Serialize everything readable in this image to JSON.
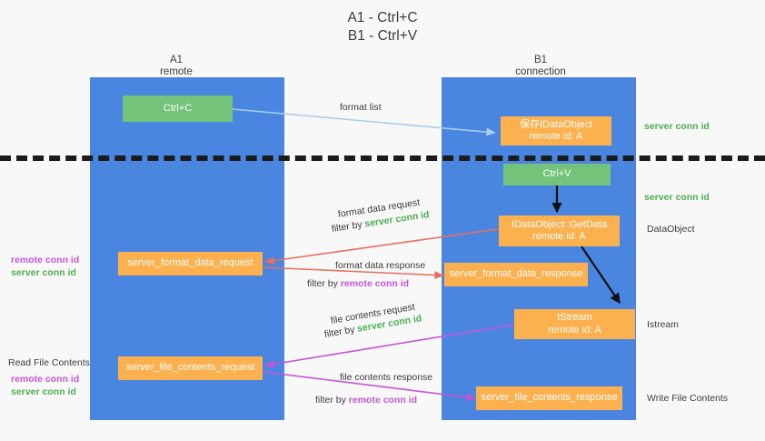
{
  "title": {
    "line1": "A1 - Ctrl+C",
    "line2": "B1 - Ctrl+V"
  },
  "lanes": [
    {
      "name": "a1",
      "label_top": "A1",
      "label_bottom": "remote"
    },
    {
      "name": "b1",
      "label_top": "B1",
      "label_bottom": "connection"
    }
  ],
  "nodes": {
    "ctrl_c": {
      "label": "Ctrl+C"
    },
    "save_idataobject": {
      "line1": "保存IDataObject",
      "line2": "remote id: A"
    },
    "ctrl_v": {
      "label": "Ctrl+V"
    },
    "getdata": {
      "line1": "IDataObject::GetData",
      "line2": "remote id: A"
    },
    "istream": {
      "line1": "IStream",
      "line2": "remote id: A"
    },
    "server_format_data_request": {
      "label": "server_format_data_request"
    },
    "server_format_data_response": {
      "label": "server_format_data_response"
    },
    "server_file_contents_request": {
      "label": "server_file_contents_request"
    },
    "server_file_contents_response": {
      "label": "server_file_contents_response"
    }
  },
  "edge_labels": {
    "format_list": "format list",
    "format_data_request": "format data request",
    "format_data_request_filter_prefix": "filter by ",
    "format_data_request_filter_token": "server conn id",
    "format_data_response": "format data response",
    "format_data_response_filter_prefix": "filter by ",
    "format_data_response_filter_token": "remote conn id",
    "file_contents_request": "file contents request",
    "file_contents_request_filter_prefix": "filter by ",
    "file_contents_request_filter_token": "server conn id",
    "file_contents_response": "file contents response",
    "file_contents_response_filter_prefix": "filter by ",
    "file_contents_response_filter_token": "remote conn id"
  },
  "right_labels": {
    "server_conn_id_1": "server conn id",
    "server_conn_id_2": "server conn id",
    "dataobject": "DataObject",
    "istream": "Istream",
    "write_file_contents": "Write File Contents"
  },
  "left_labels": {
    "remote_conn_id_1": "remote conn id",
    "server_conn_id_1": "server conn id",
    "read_file_contents": "Read File Contents",
    "remote_conn_id_2": "remote conn id",
    "server_conn_id_2": "server conn id"
  },
  "colors": {
    "lane": "#4a86e0",
    "green_node": "#74c37a",
    "orange_node": "#fcb04e",
    "server_conn_id": "#4caf50",
    "remote_conn_id": "#c455d6",
    "arrow_light_blue": "#a8cdf0",
    "arrow_red": "#e8705f",
    "arrow_magenta": "#c455d6",
    "arrow_black": "#111111",
    "divider": "#1b1b1b",
    "background": "#f8f8f8"
  }
}
